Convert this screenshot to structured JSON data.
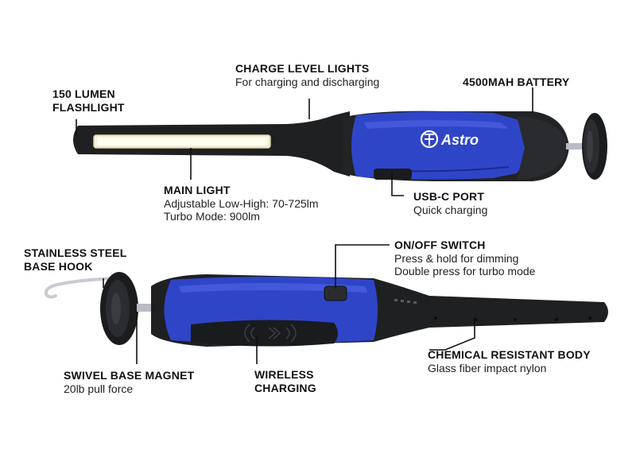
{
  "brand": {
    "logo_text": "Astro"
  },
  "colors": {
    "body": "#1f2022",
    "accent_blue": "#2f45c8",
    "led": "#fffbe6"
  },
  "callouts": {
    "flashlight": {
      "title": "150 LUMEN\nFLASHLIGHT",
      "desc": ""
    },
    "charge_level": {
      "title": "CHARGE LEVEL LIGHTS",
      "desc": "For charging and discharging"
    },
    "battery": {
      "title": "4500MAH BATTERY",
      "desc": ""
    },
    "main_light": {
      "title": "MAIN LIGHT",
      "desc": "Adjustable Low-High: 70-725lm\nTurbo Mode: 900lm"
    },
    "usb_c": {
      "title": "USB-C PORT",
      "desc": "Quick charging"
    },
    "hook": {
      "title": "STAINLESS STEEL\nBASE HOOK",
      "desc": ""
    },
    "switch": {
      "title": "ON/OFF SWITCH",
      "desc": "Press & hold for dimming\nDouble press for turbo mode"
    },
    "body_material": {
      "title": "CHEMICAL RESISTANT BODY",
      "desc": "Glass fiber impact nylon"
    },
    "magnet": {
      "title": "SWIVEL BASE MAGNET",
      "desc": "20lb pull force"
    },
    "wireless": {
      "title": "WIRELESS\nCHARGING",
      "desc": ""
    }
  }
}
